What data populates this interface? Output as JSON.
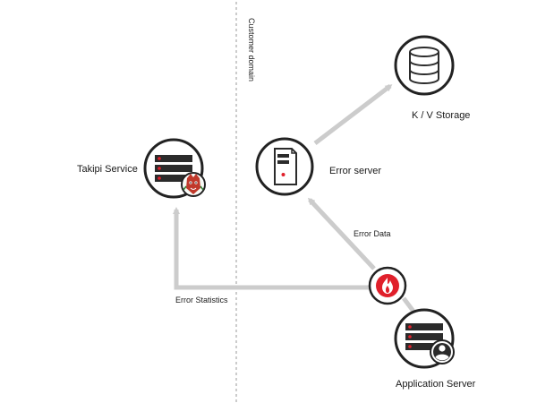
{
  "domain_label": "Customer domain",
  "nodes": {
    "takipi": {
      "label": "Takipi Service",
      "icon": "server-rack-with-mascot-icon"
    },
    "error_server": {
      "label": "Error server",
      "icon": "server-tower-icon"
    },
    "kv_storage": {
      "label": "K / V Storage",
      "icon": "database-icon"
    },
    "app_server": {
      "label": "Application Server",
      "icon": "server-rack-with-user-icon"
    },
    "agent": {
      "label": "",
      "icon": "flame-icon"
    }
  },
  "edges": {
    "error_data": "Error Data",
    "error_statistics": "Error Statistics"
  },
  "colors": {
    "arrow": "#cccccc",
    "outline": "#222222",
    "accent": "#e0202b",
    "divider": "#9a9a9a"
  }
}
